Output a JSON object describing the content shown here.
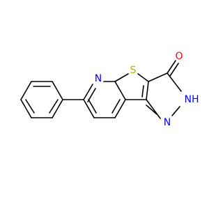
{
  "atoms": {
    "n_pyridine": {
      "text": "N",
      "color": "#0000ff"
    },
    "s_thiophene": {
      "text": "S",
      "color": "#c8a600"
    },
    "o_carbonyl": {
      "text": "O",
      "color": "#ff0000"
    },
    "nh_amide": {
      "text": "NH",
      "color": "#0000ff"
    },
    "n_pyrimidine": {
      "text": "N",
      "color": "#0000ff"
    }
  },
  "colors": {
    "bond": "#000000",
    "background": "#ffffff"
  }
}
